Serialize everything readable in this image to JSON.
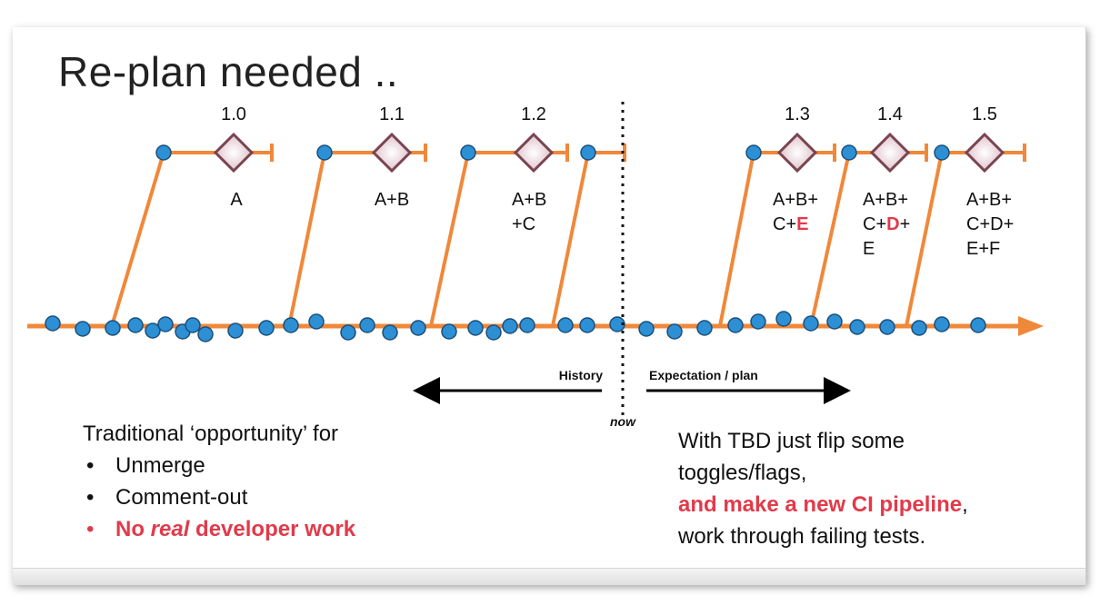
{
  "title": "Re-plan needed ..",
  "releases": [
    {
      "version": "1.0",
      "features": [
        [
          {
            "t": "A"
          }
        ]
      ]
    },
    {
      "version": "1.1",
      "features": [
        [
          {
            "t": "A+B"
          }
        ]
      ]
    },
    {
      "version": "1.2",
      "features": [
        [
          {
            "t": "A+B"
          }
        ],
        [
          {
            "t": "+C"
          }
        ]
      ]
    },
    {
      "version": "1.3",
      "features": [
        [
          {
            "t": "A+B+"
          }
        ],
        [
          {
            "t": "C+"
          },
          {
            "t": "E",
            "red": true
          }
        ]
      ]
    },
    {
      "version": "1.4",
      "features": [
        [
          {
            "t": "A+B+"
          }
        ],
        [
          {
            "t": "C+"
          },
          {
            "t": "D",
            "red": true
          },
          {
            "t": "+"
          }
        ],
        [
          {
            "t": "E"
          }
        ]
      ]
    },
    {
      "version": "1.5",
      "features": [
        [
          {
            "t": "A+B+"
          }
        ],
        [
          {
            "t": "C+D+"
          }
        ],
        [
          {
            "t": "E+F"
          }
        ]
      ]
    }
  ],
  "history_label": "History",
  "plan_label": "Expectation / plan",
  "now_label": "now",
  "left_note": {
    "heading": "Traditional ‘opportunity’ for",
    "items": [
      "Unmerge",
      "Comment-out"
    ],
    "red_item_prefix": "No ",
    "red_item_emph": "real",
    "red_item_suffix": " developer work",
    "bullet": "•"
  },
  "right_note": {
    "line1": "With TBD just flip some",
    "line2": "toggles/flags,",
    "line3_red": "and make a new CI pipeline",
    "line3_tail": ",",
    "line4": "work through failing tests."
  },
  "colors": {
    "orange": "#f0883a",
    "commit_blue": "#2d8fd4",
    "commit_outline": "#1b4f7a",
    "accent_red": "#e23a4a",
    "diamond_fill": "#f3e6ea",
    "diamond_stroke": "#7a4450"
  }
}
